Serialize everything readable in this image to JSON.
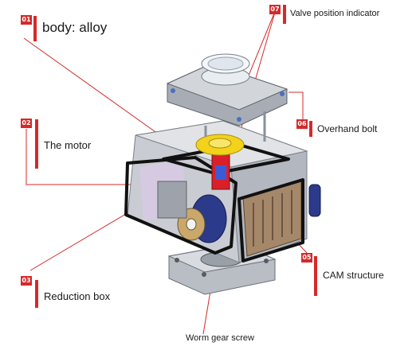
{
  "callouts": [
    {
      "number": "01",
      "label": "body: alloy"
    },
    {
      "number": "02",
      "label": "The motor"
    },
    {
      "number": "03",
      "label": "Reduction box"
    },
    {
      "number": "05",
      "label": "CAM structure"
    },
    {
      "number": "06",
      "label": "Overhand bolt"
    },
    {
      "number": "07",
      "label": "Valve position indicator"
    },
    {
      "label": "Worm gear screw"
    }
  ],
  "colors": {
    "accent": "#d42a2a",
    "housing": "#c9ccd2",
    "frame_outline": "#111111",
    "indicator": "#f2d21a",
    "motor": "#2b3a8a",
    "cam_block": "#a5876a"
  }
}
